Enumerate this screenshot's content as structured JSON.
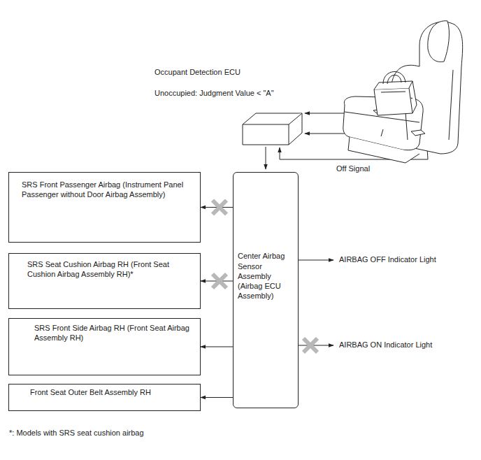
{
  "diagram": {
    "nodes": [
      {
        "text": [
          "SRS Front Passenger Airbag (Instrument Panel Passenger without Door Airbag Assembly)"
        ]
      },
      {
        "text": [
          "SRS Seat Cushion Airbag RH (Front Seat Cushion Airbag Assembly RH)*"
        ]
      },
      {
        "text": [
          "SRS Front Side Airbag RH (Front Seat Airbag Assembly RH)"
        ]
      },
      {
        "text": [
          "Front Seat Outer Belt Assembly RH"
        ]
      },
      {
        "text": [
          "Center Airbag Sensor Assembly (Airbag ECU Assembly)"
        ]
      }
    ],
    "edges": [
      {
        "from": 4,
        "to": 0,
        "arrow": "to"
      },
      {
        "from": 4,
        "to": 1,
        "arrow": "to"
      },
      {
        "from": 4,
        "to": 2,
        "arrow": "to"
      },
      {
        "from": 4,
        "to": 3,
        "arrow": "to"
      }
    ],
    "labels": [
      "Occupant Detection ECU",
      "Unoccupied: Judgment Value < \"A\"",
      "Off Signal",
      "AIRBAG OFF Indicator Light",
      "AIRBAG ON Indicator Light",
      "*: Models with SRS seat cushion airbag"
    ]
  }
}
